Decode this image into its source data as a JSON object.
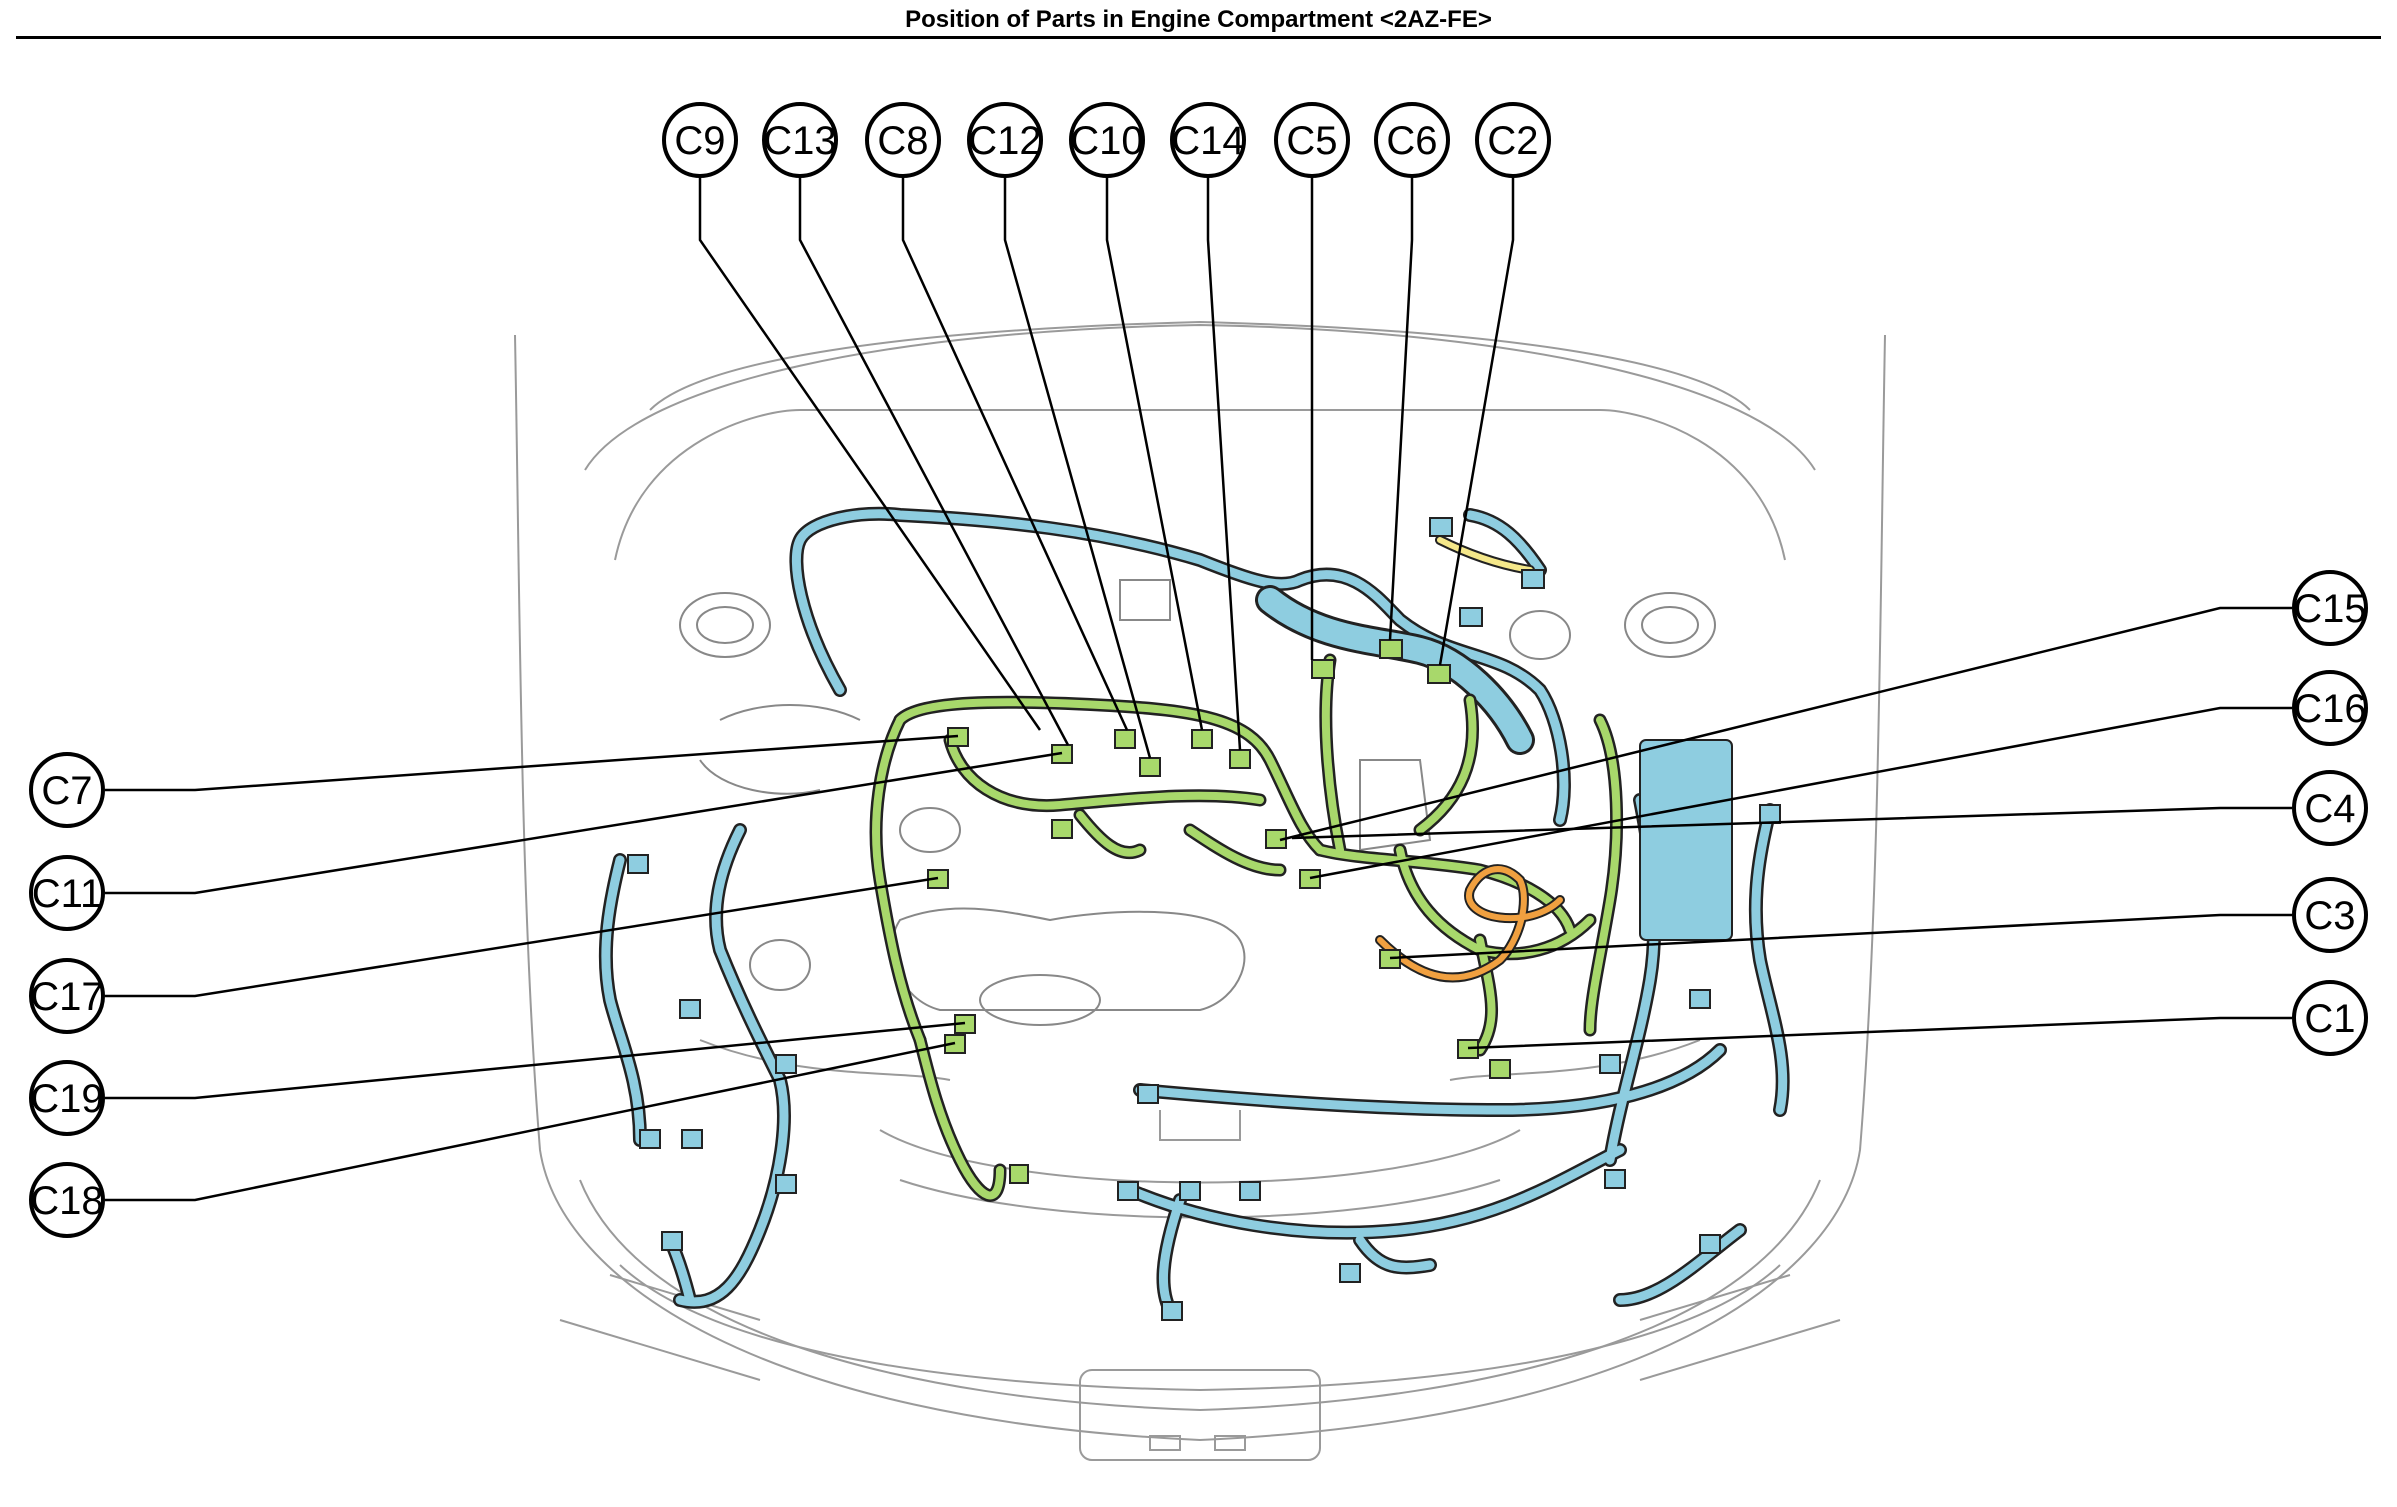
{
  "title": "Position of Parts in Engine Compartment <2AZ-FE>",
  "colors": {
    "harness_blue": "#8ecde0",
    "harness_green": "#a8d86b",
    "harness_orange": "#f0a040",
    "harness_yellow": "#f5e88a",
    "outline": "#222222",
    "body_line": "#9a9a9a"
  },
  "callouts": [
    {
      "id": "c9",
      "label": "C9"
    },
    {
      "id": "c13",
      "label": "C13"
    },
    {
      "id": "c8",
      "label": "C8"
    },
    {
      "id": "c12",
      "label": "C12"
    },
    {
      "id": "c10",
      "label": "C10"
    },
    {
      "id": "c14",
      "label": "C14"
    },
    {
      "id": "c5",
      "label": "C5"
    },
    {
      "id": "c6",
      "label": "C6"
    },
    {
      "id": "c2",
      "label": "C2"
    },
    {
      "id": "c15",
      "label": "C15"
    },
    {
      "id": "c16",
      "label": "C16"
    },
    {
      "id": "c4",
      "label": "C4"
    },
    {
      "id": "c3",
      "label": "C3"
    },
    {
      "id": "c1",
      "label": "C1"
    },
    {
      "id": "c7",
      "label": "C7"
    },
    {
      "id": "c11",
      "label": "C11"
    },
    {
      "id": "c17",
      "label": "C17"
    },
    {
      "id": "c19",
      "label": "C19"
    },
    {
      "id": "c18",
      "label": "C18"
    }
  ]
}
